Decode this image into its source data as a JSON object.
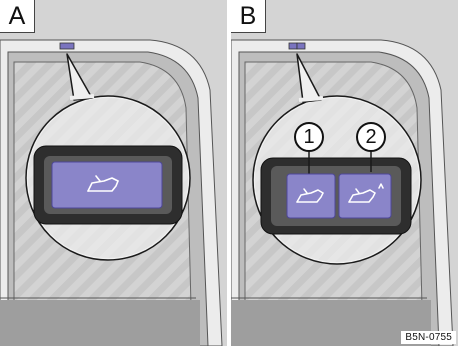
{
  "panels": [
    {
      "letter": "A",
      "buttons": [
        {
          "icon": "tailgate-open-icon"
        }
      ]
    },
    {
      "letter": "B",
      "callouts": [
        "1",
        "2"
      ],
      "buttons": [
        {
          "icon": "tailgate-open-icon"
        },
        {
          "icon": "tailgate-close-icon"
        }
      ]
    }
  ],
  "figure_code": "B5N-0755",
  "colors": {
    "button": "#8a85c9",
    "button_dark": "#6a63b0",
    "bezel": "#3b3b3b",
    "trim": "#b9b9b9",
    "line": "#1a1a1a"
  }
}
